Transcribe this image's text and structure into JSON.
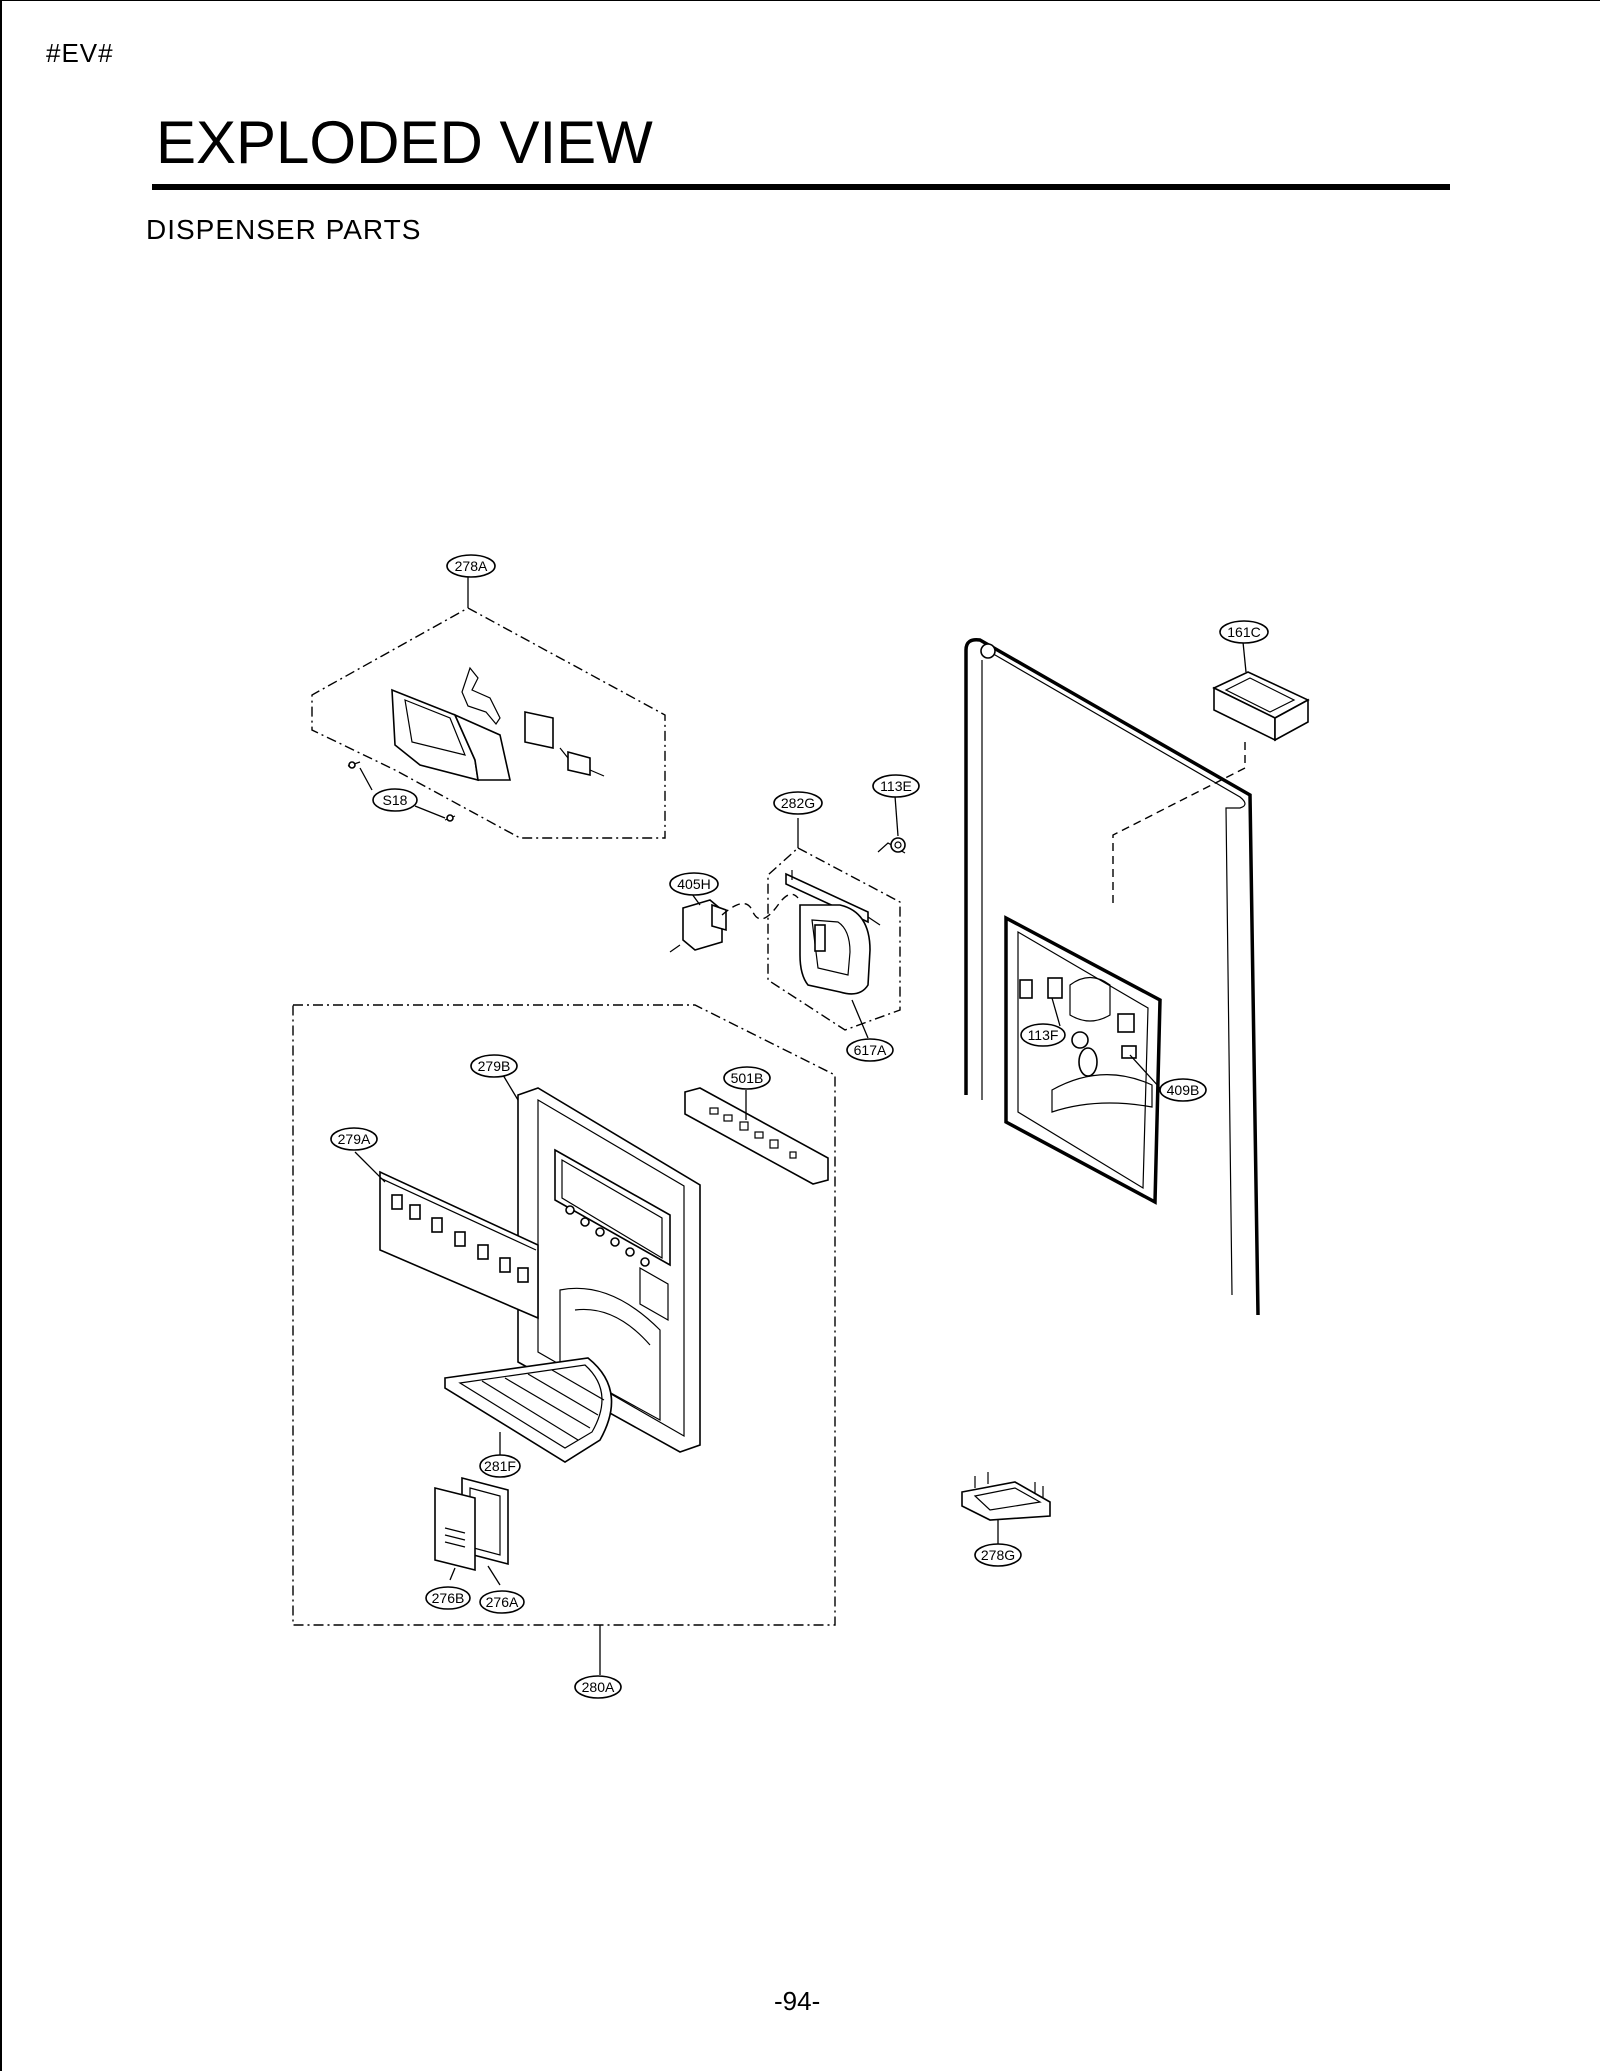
{
  "page_tag": "#EV#",
  "title": "EXPLODED VIEW",
  "section": "DISPENSER  PARTS",
  "page_number": "-94-",
  "callouts": {
    "c278A": "278A",
    "cS18": "S18",
    "c161C": "161C",
    "c113E": "113E",
    "c282G": "282G",
    "c405H": "405H",
    "c617A": "617A",
    "c113F": "113F",
    "c409B": "409B",
    "c279B": "279B",
    "c501B": "501B",
    "c279A": "279A",
    "c281F": "281F",
    "c276B": "276B",
    "c276A": "276A",
    "c280A": "280A",
    "c278G": "278G"
  }
}
